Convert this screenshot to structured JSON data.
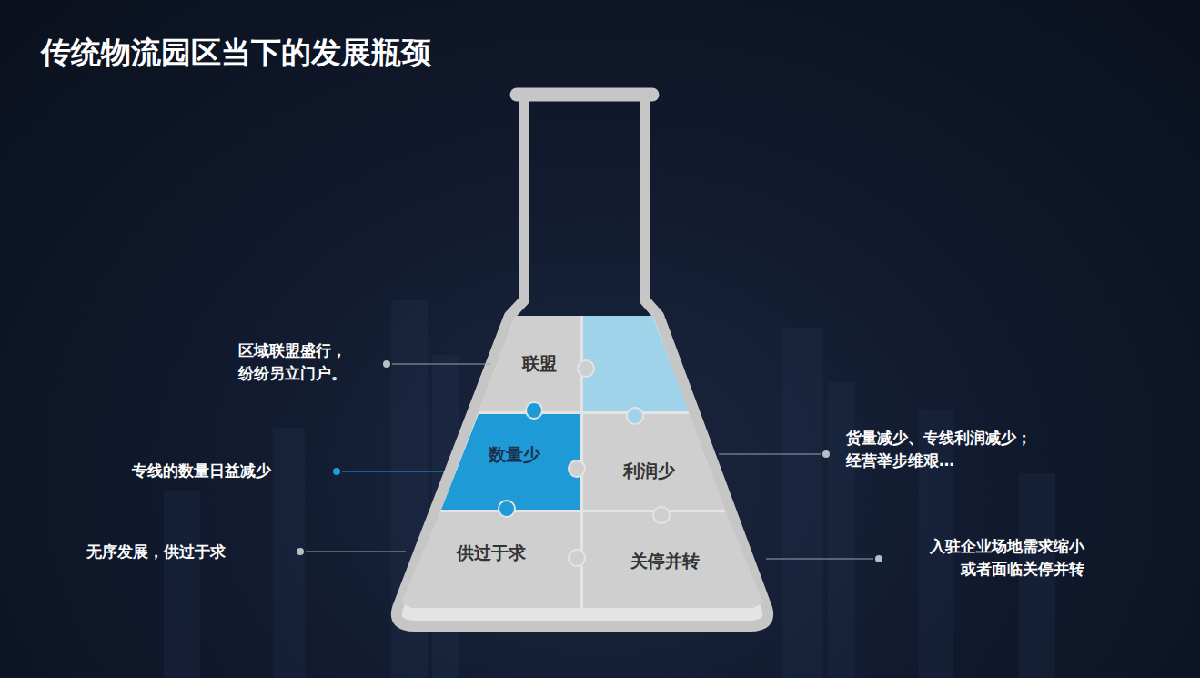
{
  "diagram": {
    "title": "传统物流园区当下的发展瓶颈",
    "nodes": [
      {
        "text": [
          "联盟"
        ]
      },
      {
        "text": [
          "数量少"
        ]
      },
      {
        "text": [
          "利润少"
        ]
      },
      {
        "text": [
          "供过于求"
        ]
      },
      {
        "text": [
          "关停并转"
        ]
      }
    ],
    "labels": [
      "区域联盟盛行，纷纷另立门户。",
      "专线的数量日益减少",
      "货量减少、专线利润减少；经营举步维艰…",
      "无序发展，供过于求",
      "入驻企业场地需求缩小或者面临关停并转"
    ]
  }
}
